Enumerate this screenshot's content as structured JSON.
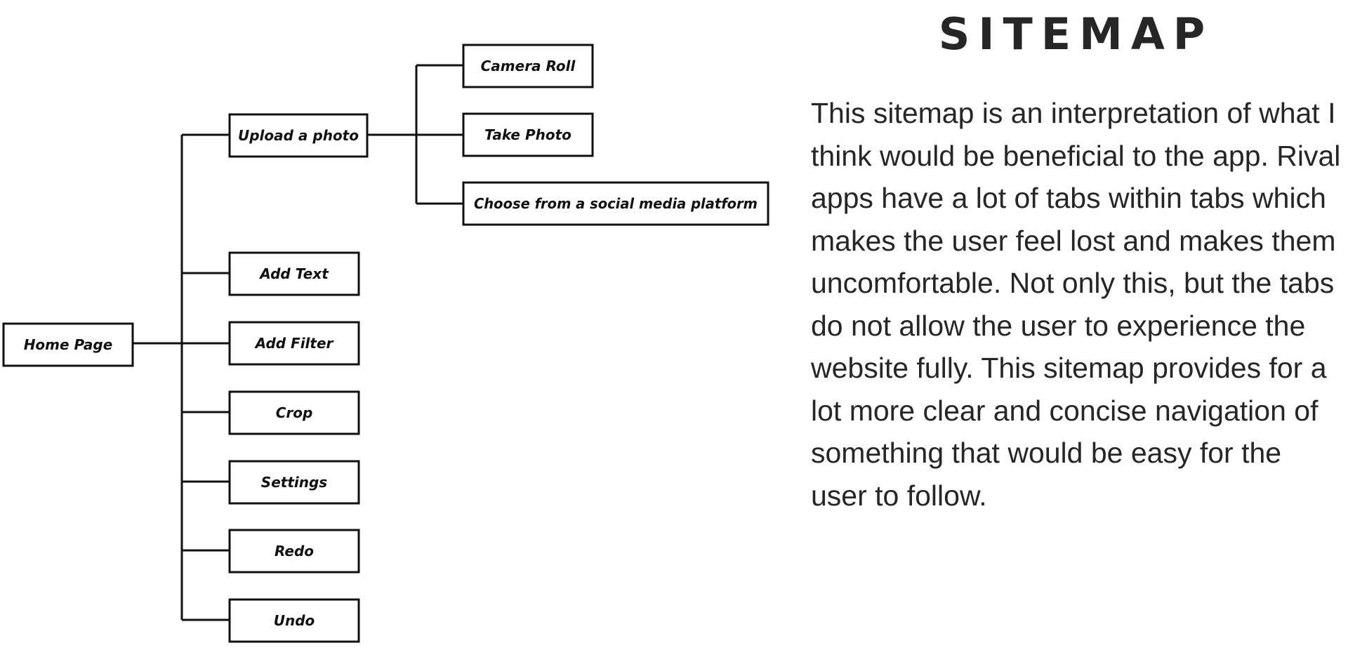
{
  "title": "SITEMAP",
  "description": "This sitemap is an interpretation of what I think would be beneficial to the app. Rival apps have a lot of tabs within tabs which makes the user feel lost and makes them uncomfortable. Not only this, but the tabs do not allow the user to experience the website fully. This sitemap provides for a lot more clear and concise navigation of something that would be easy for the user to follow.",
  "diagram": {
    "root": "Home Page",
    "children": [
      {
        "label": "Upload a photo",
        "children": [
          "Camera Roll",
          "Take Photo",
          "Choose from a social media platform"
        ]
      },
      {
        "label": "Add Text"
      },
      {
        "label": "Add Filter"
      },
      {
        "label": "Crop"
      },
      {
        "label": "Settings"
      },
      {
        "label": "Redo"
      },
      {
        "label": "Undo"
      }
    ]
  }
}
